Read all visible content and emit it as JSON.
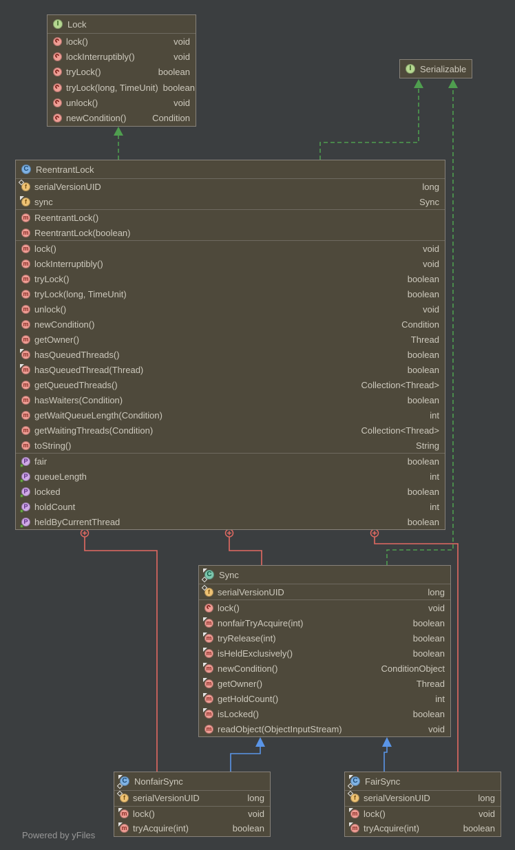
{
  "watermark": "Powered by yFiles",
  "palette": {
    "canvas_bg": "#3b3e40",
    "node_fill": "#4e493b",
    "node_border": "#87827a",
    "text": "#cdc9bd",
    "realization_edge": "#4f9e4f",
    "inheritance_edge": "#5a95e8",
    "composition_edge": "#e36a62"
  },
  "classes": {
    "lock": {
      "title": "Lock",
      "icon": {
        "kind": "interface",
        "markers": []
      },
      "sections": [
        {
          "kind": "methods",
          "rows": [
            {
              "icon": "method-abstract",
              "markers": [],
              "name": "lock()",
              "type": "void"
            },
            {
              "icon": "method-abstract",
              "markers": [],
              "name": "lockInterruptibly()",
              "type": "void"
            },
            {
              "icon": "method-abstract",
              "markers": [],
              "name": "tryLock()",
              "type": "boolean"
            },
            {
              "icon": "method-abstract",
              "markers": [],
              "name": "tryLock(long, TimeUnit)",
              "type": "boolean"
            },
            {
              "icon": "method-abstract",
              "markers": [],
              "name": "unlock()",
              "type": "void"
            },
            {
              "icon": "method-abstract",
              "markers": [],
              "name": "newCondition()",
              "type": "Condition"
            }
          ]
        }
      ]
    },
    "serializable": {
      "title": "Serializable",
      "icon": {
        "kind": "interface",
        "markers": []
      },
      "sections": []
    },
    "reentrantlock": {
      "title": "ReentrantLock",
      "icon": {
        "kind": "class",
        "markers": []
      },
      "sections": [
        {
          "kind": "fields",
          "rows": [
            {
              "icon": "field",
              "markers": [
                "diamond-tl"
              ],
              "name": "serialVersionUID",
              "type": "long"
            },
            {
              "icon": "field",
              "markers": [
                "triangle-tl"
              ],
              "name": "sync",
              "type": "Sync"
            }
          ]
        },
        {
          "kind": "constructors",
          "rows": [
            {
              "icon": "method",
              "markers": [],
              "name": "ReentrantLock()",
              "type": ""
            },
            {
              "icon": "method",
              "markers": [],
              "name": "ReentrantLock(boolean)",
              "type": ""
            }
          ]
        },
        {
          "kind": "methods",
          "rows": [
            {
              "icon": "method",
              "markers": [],
              "name": "lock()",
              "type": "void"
            },
            {
              "icon": "method",
              "markers": [],
              "name": "lockInterruptibly()",
              "type": "void"
            },
            {
              "icon": "method",
              "markers": [],
              "name": "tryLock()",
              "type": "boolean"
            },
            {
              "icon": "method",
              "markers": [],
              "name": "tryLock(long, TimeUnit)",
              "type": "boolean"
            },
            {
              "icon": "method",
              "markers": [],
              "name": "unlock()",
              "type": "void"
            },
            {
              "icon": "method",
              "markers": [],
              "name": "newCondition()",
              "type": "Condition"
            },
            {
              "icon": "method",
              "markers": [],
              "name": "getOwner()",
              "type": "Thread"
            },
            {
              "icon": "method",
              "markers": [
                "triangle-tl"
              ],
              "name": "hasQueuedThreads()",
              "type": "boolean"
            },
            {
              "icon": "method",
              "markers": [
                "triangle-tl"
              ],
              "name": "hasQueuedThread(Thread)",
              "type": "boolean"
            },
            {
              "icon": "method",
              "markers": [],
              "name": "getQueuedThreads()",
              "type": "Collection<Thread>"
            },
            {
              "icon": "method",
              "markers": [],
              "name": "hasWaiters(Condition)",
              "type": "boolean"
            },
            {
              "icon": "method",
              "markers": [],
              "name": "getWaitQueueLength(Condition)",
              "type": "int"
            },
            {
              "icon": "method",
              "markers": [],
              "name": "getWaitingThreads(Condition)",
              "type": "Collection<Thread>"
            },
            {
              "icon": "method",
              "markers": [],
              "name": "toString()",
              "type": "String"
            }
          ]
        },
        {
          "kind": "properties",
          "rows": [
            {
              "icon": "property",
              "markers": [
                "dot-bl"
              ],
              "name": "fair",
              "type": "boolean"
            },
            {
              "icon": "property",
              "markers": [
                "dot-bl"
              ],
              "name": "queueLength",
              "type": "int"
            },
            {
              "icon": "property",
              "markers": [
                "dot-bl"
              ],
              "name": "locked",
              "type": "boolean"
            },
            {
              "icon": "property",
              "markers": [
                "dot-bl"
              ],
              "name": "holdCount",
              "type": "int"
            },
            {
              "icon": "property",
              "markers": [
                "dot-bl"
              ],
              "name": "heldByCurrentThread",
              "type": "boolean"
            }
          ]
        }
      ]
    },
    "sync": {
      "title": "Sync",
      "icon": {
        "kind": "class-inner",
        "markers": [
          "triangle-tl",
          "diamond-bl"
        ]
      },
      "sections": [
        {
          "kind": "fields",
          "rows": [
            {
              "icon": "field",
              "markers": [
                "diamond-tl"
              ],
              "name": "serialVersionUID",
              "type": "long"
            }
          ]
        },
        {
          "kind": "methods",
          "rows": [
            {
              "icon": "method-abstract",
              "markers": [],
              "name": "lock()",
              "type": "void"
            },
            {
              "icon": "method",
              "markers": [
                "triangle-tl"
              ],
              "name": "nonfairTryAcquire(int)",
              "type": "boolean"
            },
            {
              "icon": "method",
              "markers": [
                "triangle-tl"
              ],
              "name": "tryRelease(int)",
              "type": "boolean"
            },
            {
              "icon": "method",
              "markers": [
                "triangle-tl"
              ],
              "name": "isHeldExclusively()",
              "type": "boolean"
            },
            {
              "icon": "method",
              "markers": [
                "triangle-tl"
              ],
              "name": "newCondition()",
              "type": "ConditionObject"
            },
            {
              "icon": "method",
              "markers": [
                "triangle-tl"
              ],
              "name": "getOwner()",
              "type": "Thread"
            },
            {
              "icon": "method",
              "markers": [
                "triangle-tl"
              ],
              "name": "getHoldCount()",
              "type": "int"
            },
            {
              "icon": "method",
              "markers": [
                "triangle-tl"
              ],
              "name": "isLocked()",
              "type": "boolean"
            },
            {
              "icon": "method",
              "markers": [],
              "name": "readObject(ObjectInputStream)",
              "type": "void"
            }
          ]
        }
      ]
    },
    "nonfairsync": {
      "title": "NonfairSync",
      "icon": {
        "kind": "class",
        "markers": [
          "triangle-tl",
          "diamond-bl"
        ]
      },
      "sections": [
        {
          "kind": "fields",
          "rows": [
            {
              "icon": "field",
              "markers": [
                "diamond-tl"
              ],
              "name": "serialVersionUID",
              "type": "long"
            }
          ]
        },
        {
          "kind": "methods",
          "rows": [
            {
              "icon": "method",
              "markers": [
                "triangle-tl"
              ],
              "name": "lock()",
              "type": "void"
            },
            {
              "icon": "method",
              "markers": [
                "triangle-tl"
              ],
              "name": "tryAcquire(int)",
              "type": "boolean"
            }
          ]
        }
      ]
    },
    "fairsync": {
      "title": "FairSync",
      "icon": {
        "kind": "class",
        "markers": [
          "triangle-tl",
          "diamond-bl"
        ]
      },
      "sections": [
        {
          "kind": "fields",
          "rows": [
            {
              "icon": "field",
              "markers": [
                "diamond-tl"
              ],
              "name": "serialVersionUID",
              "type": "long"
            }
          ]
        },
        {
          "kind": "methods",
          "rows": [
            {
              "icon": "method",
              "markers": [
                "triangle-tl"
              ],
              "name": "lock()",
              "type": "void"
            },
            {
              "icon": "method",
              "markers": [
                "triangle-tl"
              ],
              "name": "tryAcquire(int)",
              "type": "boolean"
            }
          ]
        }
      ]
    }
  },
  "relationships": [
    {
      "type": "realization",
      "from": "ReentrantLock",
      "to": "Lock"
    },
    {
      "type": "realization",
      "from": "ReentrantLock",
      "to": "Serializable"
    },
    {
      "type": "realization",
      "from": "Sync",
      "to": "Serializable"
    },
    {
      "type": "composition",
      "from": "ReentrantLock",
      "to": "NonfairSync"
    },
    {
      "type": "composition",
      "from": "ReentrantLock",
      "to": "Sync"
    },
    {
      "type": "composition",
      "from": "ReentrantLock",
      "to": "FairSync"
    },
    {
      "type": "inheritance",
      "from": "NonfairSync",
      "to": "Sync"
    },
    {
      "type": "inheritance",
      "from": "FairSync",
      "to": "Sync"
    }
  ]
}
